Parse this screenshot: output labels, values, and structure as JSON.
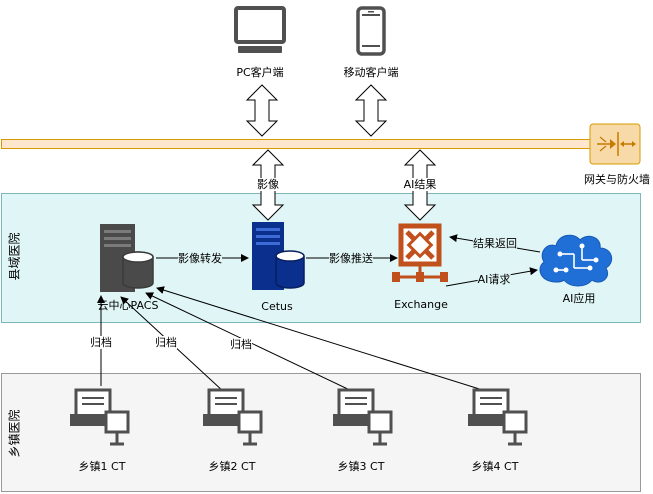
{
  "clients": {
    "pc_label": "PC客户端",
    "mobile_label": "移动客户端"
  },
  "gateway": {
    "label": "网关与防火墙"
  },
  "county": {
    "region_label": "县域医院",
    "pacs_label": "云中心PACS",
    "cetus_label": "Cetus",
    "exchange_label": "Exchange",
    "ai_label": "AI应用",
    "image_forward_label": "影像转发",
    "image_push_label": "影像推送",
    "result_return_label": "结果返回",
    "ai_request_label": "AI请求"
  },
  "bus_links": {
    "image_label": "影像",
    "ai_result_label": "AI结果"
  },
  "town": {
    "region_label": "乡镇医院",
    "ct_labels": [
      "乡镇1 CT",
      "乡镇2 CT",
      "乡镇3 CT",
      "乡镇4 CT"
    ],
    "archive_label": "归档"
  },
  "colors": {
    "bus_fill": "#FFE6CC",
    "bus_stroke": "#D79B00",
    "county_fill": "#E0F5F5",
    "county_stroke": "#7FB8BB",
    "town_fill": "#F5F5F5",
    "town_stroke": "#999999",
    "cetus_blue": "#0A2F8C",
    "exchange_orange": "#C1511C",
    "ai_blue": "#1F6FD6"
  }
}
